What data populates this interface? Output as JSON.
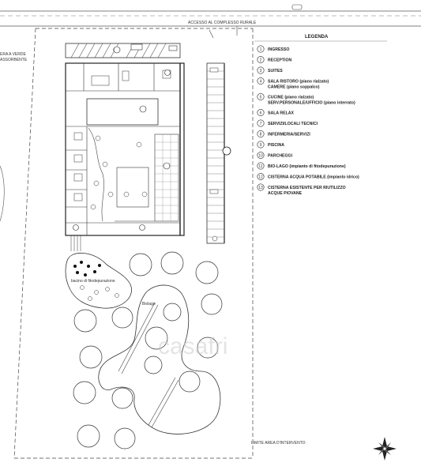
{
  "road_label": "ACCESSO AL COMPLESSO RURALE",
  "left_labels": [
    "ERA A VERDE",
    "ASSORBENTE"
  ],
  "legend": {
    "title": "LEGENDA",
    "items": [
      {
        "num": "1",
        "text": "INGRESSO"
      },
      {
        "num": "2",
        "text": "RECEPTION"
      },
      {
        "num": "3",
        "text": "SUITES"
      },
      {
        "num": "4",
        "text": "SALA RISTORO (piano rialzato)",
        "text2": "CAMERE (piano soppalco)"
      },
      {
        "num": "5",
        "text": "CUCINE (piano rialzato)",
        "text2": "SERV.PERSONALE/UFFICIO (piano interrato)"
      },
      {
        "num": "6",
        "text": "SALA RELAX"
      },
      {
        "num": "7",
        "text": "SERVIZI/LOCALI TECNICI"
      },
      {
        "num": "8",
        "text": "INFERMERIA/SERVIZI"
      },
      {
        "num": "9",
        "text": "PISCINA"
      },
      {
        "num": "10",
        "text": "PARCHEGGI"
      },
      {
        "num": "11",
        "text": "BIO-LAGO (impianto di fitodepurazione)"
      },
      {
        "num": "12",
        "text": "CISTERNA ACQUA POTABILE (impianto idrico)"
      },
      {
        "num": "13",
        "text": "CISTERNA ESISTENTE PER RIUTILIZZO",
        "text2": "ACQUE PIOVANE"
      }
    ]
  },
  "plan_labels": {
    "phyto": "bacino di fitodepurazione",
    "biolago": "Biolago",
    "limit": "LIMITE AREA D'INTERVENTO"
  },
  "watermark": "casafri"
}
